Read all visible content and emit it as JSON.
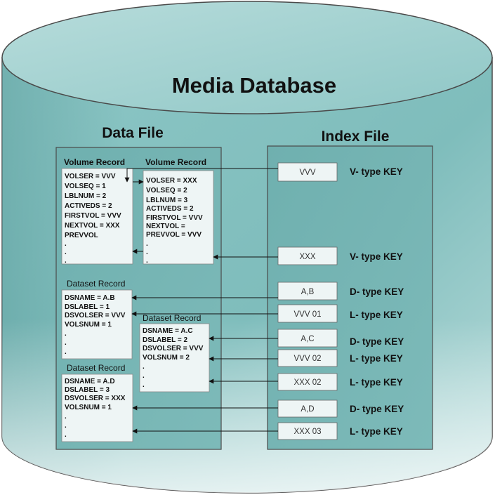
{
  "title": "Media Database",
  "data_file": {
    "label": "Data File",
    "volume_records": [
      {
        "title": "Volume Record",
        "fields": [
          "VOLSER = VVV",
          "VOLSEQ = 1",
          "LBLNUM = 2",
          "ACTIVEDS = 2",
          "FIRSTVOL = VVV",
          "NEXTVOL = XXX",
          "PREVVOL",
          ".",
          ".",
          "."
        ]
      },
      {
        "title": "Volume Record",
        "fields": [
          "VOLSER = XXX",
          "VOLSEQ = 2",
          "LBLNUM = 3",
          "ACTIVEDS = 2",
          "FIRSTVOL = VVV",
          "NEXTVOL =",
          "PREVVOL = VVV",
          ".",
          ".",
          "."
        ]
      }
    ],
    "dataset_records": [
      {
        "title": "Dataset Record",
        "fields": [
          "DSNAME = A.B",
          "DSLABEL = 1",
          "DSVOLSER = VVV",
          "VOLSNUM = 1",
          ".",
          ".",
          "."
        ]
      },
      {
        "title": "Dataset Record",
        "fields": [
          "DSNAME = A.C",
          "DSLABEL = 2",
          "DSVOLSER = VVV",
          "VOLSNUM = 2",
          ".",
          ".",
          "."
        ]
      },
      {
        "title": "Dataset Record",
        "fields": [
          "DSNAME = A.D",
          "DSLABEL = 3",
          "DSVOLSER = XXX",
          "VOLSNUM = 1",
          ".",
          ".",
          "."
        ]
      }
    ]
  },
  "index_file": {
    "label": "Index File",
    "keys": [
      {
        "key": "VVV",
        "type": "V- type KEY"
      },
      {
        "key": "XXX",
        "type": "V- type KEY"
      },
      {
        "key": "A,B",
        "type": "D- type KEY"
      },
      {
        "key": "VVV 01",
        "type": "L- type KEY"
      },
      {
        "key": "A,C",
        "type": "D- type KEY"
      },
      {
        "key": "VVV 02",
        "type": "L- type KEY"
      },
      {
        "key": "XXX 02",
        "type": "L- type KEY"
      },
      {
        "key": "A,D",
        "type": "D- type KEY"
      },
      {
        "key": "XXX 03",
        "type": "L- type KEY"
      }
    ]
  },
  "colors": {
    "cylinder_light": "#a6d2d2",
    "cylinder_mid": "#79b9b9",
    "cylinder_dark": "#5fa8a8",
    "panel": "#72b3b2",
    "record_fill": "#eef5f5",
    "outline": "#4a4a4a"
  }
}
